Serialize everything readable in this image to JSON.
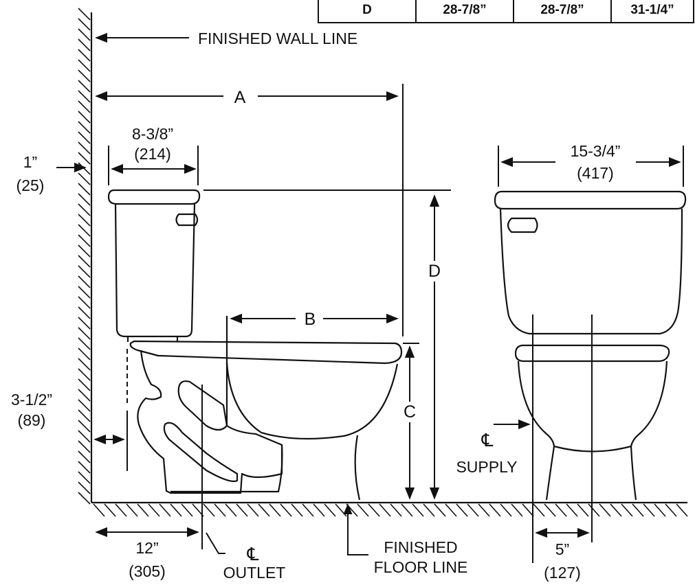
{
  "table": {
    "row_label": "D",
    "values": [
      "28-7/8”",
      "28-7/8”",
      "31-1/4”"
    ]
  },
  "labels": {
    "wall_line": "FINISHED WALL LINE",
    "dim_a": "A",
    "dim_b": "B",
    "dim_c": "C",
    "dim_d": "D",
    "tank_depth_in": "8-3/8”",
    "tank_depth_mm": "(214)",
    "tank_width_in": "15-3/4”",
    "tank_width_mm": "(417)",
    "wall_gap_in": "1”",
    "wall_gap_mm": "(25)",
    "base_gap_in": "3-1/2”",
    "base_gap_mm": "(89)",
    "rough_in": "12”",
    "rough_mm": "(305)",
    "cl_symbol": "℄",
    "outlet": "OUTLET",
    "supply": "SUPPLY",
    "floor_line_1": "FINISHED",
    "floor_line_2": "FLOOR LINE",
    "supply_offset_in": "5”",
    "supply_offset_mm": "(127)"
  },
  "colors": {
    "ink": "#111111",
    "background": "#ffffff"
  }
}
